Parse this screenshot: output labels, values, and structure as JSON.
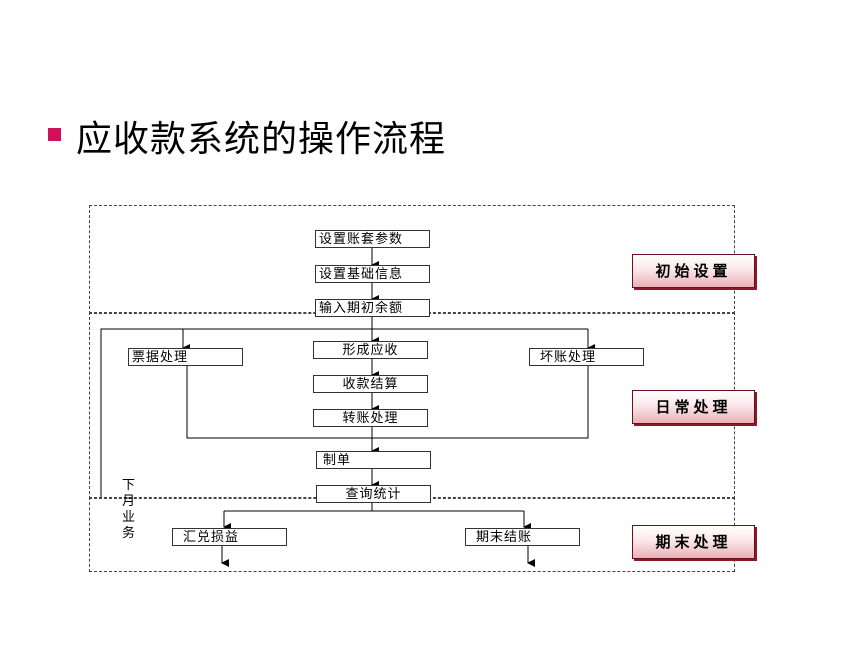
{
  "title": "应收款系统的操作流程",
  "sections": {
    "initial": "初始设置",
    "daily": "日常处理",
    "period_end": "期末处理"
  },
  "steps": {
    "set_params": "设置账套参数",
    "set_basic_info": "设置基础信息",
    "input_opening_balance": "输入期初余额",
    "bill_processing": "票据处理",
    "form_receivable": "形成应收",
    "bad_debt": "坏账处理",
    "collection_settlement": "收款结算",
    "transfer": "转账处理",
    "voucher": "制单",
    "query_stats": "查询统计",
    "exchange_gain_loss": "汇兑损益",
    "period_end_close": "期末结账"
  },
  "next_month_label": "下月业务",
  "colors": {
    "bullet": "#d0105a",
    "stage_border": "#6b0f1a",
    "stage_gradient_end": "#e9b0b7"
  }
}
